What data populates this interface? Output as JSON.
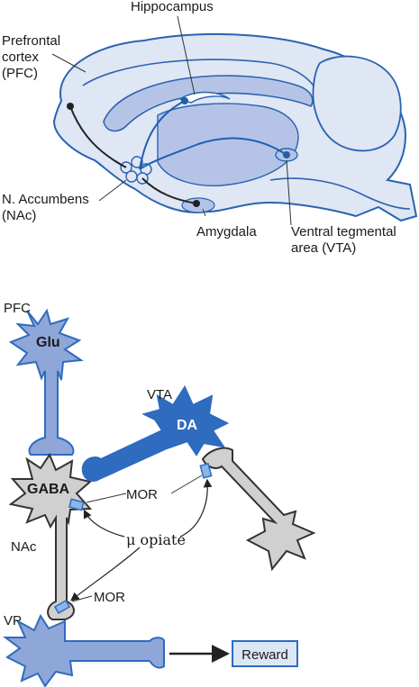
{
  "colors": {
    "brain_fill": "#dfe6f4",
    "brain_dark": "#b5c4e6",
    "outline": "#2a63b0",
    "neuron_blue": "#2f6bbf",
    "neuron_light": "#8fa6d8",
    "neuron_gray": "#d0d0d0",
    "receptor": "#8bb6e8",
    "reward_box": "#dbe6f6",
    "line_dark": "#222222"
  },
  "brain": {
    "hippocampus": "Hippocampus",
    "pfc_line1": "Prefrontal",
    "pfc_line2": "cortex",
    "pfc_line3": "(PFC)",
    "nac_line1": "N. Accumbens",
    "nac_line2": "(NAc)",
    "amygdala": "Amygdala",
    "vta_line1": "Ventral tegmental",
    "vta_line2": "area (VTA)"
  },
  "circuit": {
    "pfc": "PFC",
    "glu": "Glu",
    "vta": "VTA",
    "da": "DA",
    "gaba": "GABA",
    "mor_upper": "MOR",
    "mor_lower": "MOR",
    "opiate": "μ opiate",
    "nac": "NAc",
    "vp": "VP",
    "reward": "Reward"
  }
}
